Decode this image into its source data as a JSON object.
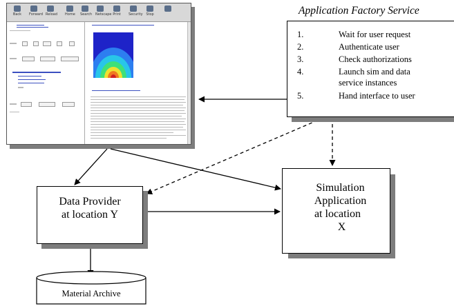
{
  "factory_service": {
    "title": "Application Factory Service",
    "steps": [
      {
        "num": "1.",
        "text": "Wait for user request"
      },
      {
        "num": "2.",
        "text": "Authenticate user"
      },
      {
        "num": "3.",
        "text": "Check authorizations"
      },
      {
        "num": "4.",
        "text": "Launch sim and data",
        "text2": "service instances"
      },
      {
        "num": "5.",
        "text": "Hand interface to user"
      }
    ]
  },
  "data_provider": {
    "line1": "Data Provider",
    "line2": "at location Y"
  },
  "simulation": {
    "line1": "Simulation",
    "line2": "Application",
    "line3": "at location",
    "line4": "X"
  },
  "archive": {
    "label": "Material Archive"
  },
  "thumbnail": {
    "toolbar_buttons": [
      "Back",
      "Forward",
      "Reload",
      "Home",
      "Search",
      "Netscape",
      "Print",
      "Security",
      "Stop"
    ]
  }
}
